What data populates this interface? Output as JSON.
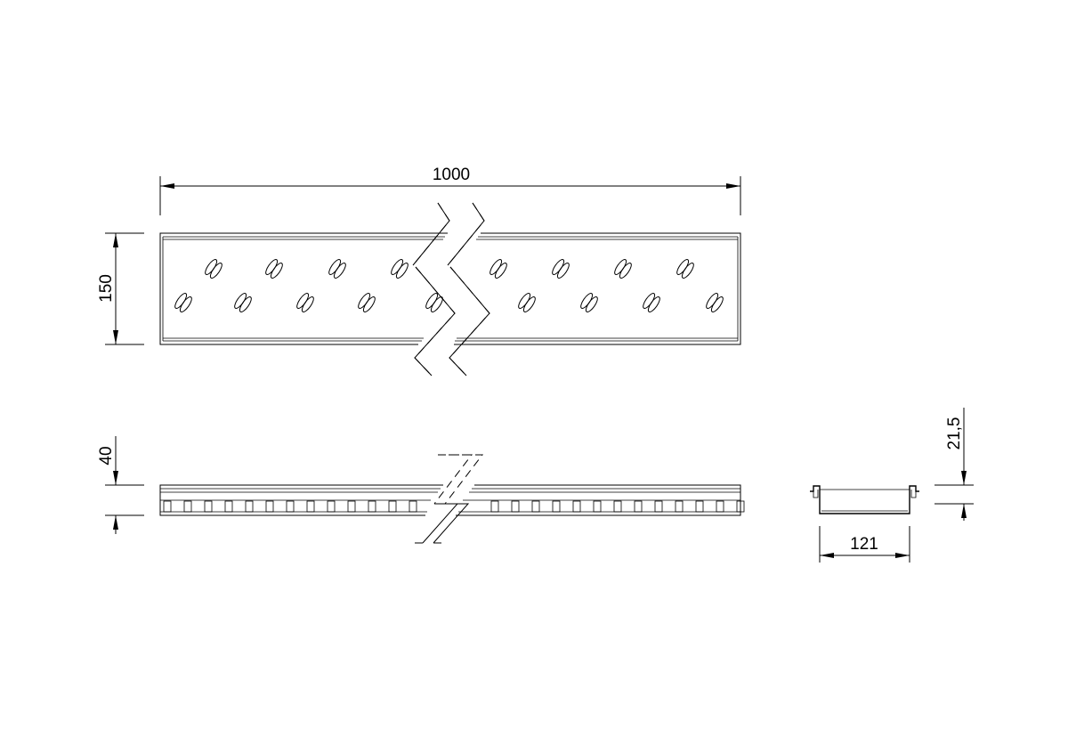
{
  "dimensions": {
    "length": "1000",
    "width": "150",
    "height": "40",
    "inner_width": "121",
    "inner_depth": "21,5"
  },
  "colors": {
    "line": "#000000",
    "background": "#ffffff"
  }
}
